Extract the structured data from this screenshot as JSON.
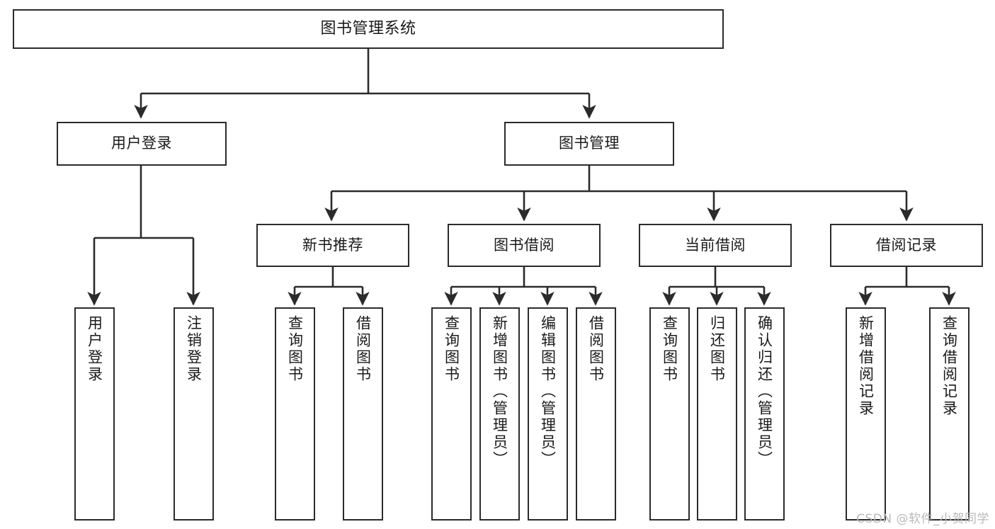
{
  "diagram": {
    "title": "图书管理系统",
    "type": "tree",
    "watermark": "CSDN @软件_小贺同学",
    "colors": {
      "stroke": "#2b2b2b",
      "fill": "#ffffff",
      "text": "#1a1a1a",
      "watermark": "#b9b9b9"
    },
    "root": {
      "label": "图书管理系统"
    },
    "level2": [
      {
        "label": "用户登录"
      },
      {
        "label": "图书管理"
      }
    ],
    "level3": [
      {
        "label": "新书推荐"
      },
      {
        "label": "图书借阅"
      },
      {
        "label": "当前借阅"
      },
      {
        "label": "借阅记录"
      }
    ],
    "leaves": {
      "user_login": [
        {
          "label": "用户登录"
        },
        {
          "label": "注销登录"
        }
      ],
      "new_book_recommend": [
        {
          "label": "查询图书"
        },
        {
          "label": "借阅图书"
        }
      ],
      "book_borrow": [
        {
          "label": "查询图书"
        },
        {
          "label": "新增图书（管理员）"
        },
        {
          "label": "编辑图书（管理员）"
        },
        {
          "label": "借阅图书"
        }
      ],
      "current_borrow": [
        {
          "label": "查询图书"
        },
        {
          "label": "归还图书"
        },
        {
          "label": "确认归还（管理员）"
        }
      ],
      "borrow_record": [
        {
          "label": "新增借阅记录"
        },
        {
          "label": "查询借阅记录"
        }
      ]
    }
  }
}
